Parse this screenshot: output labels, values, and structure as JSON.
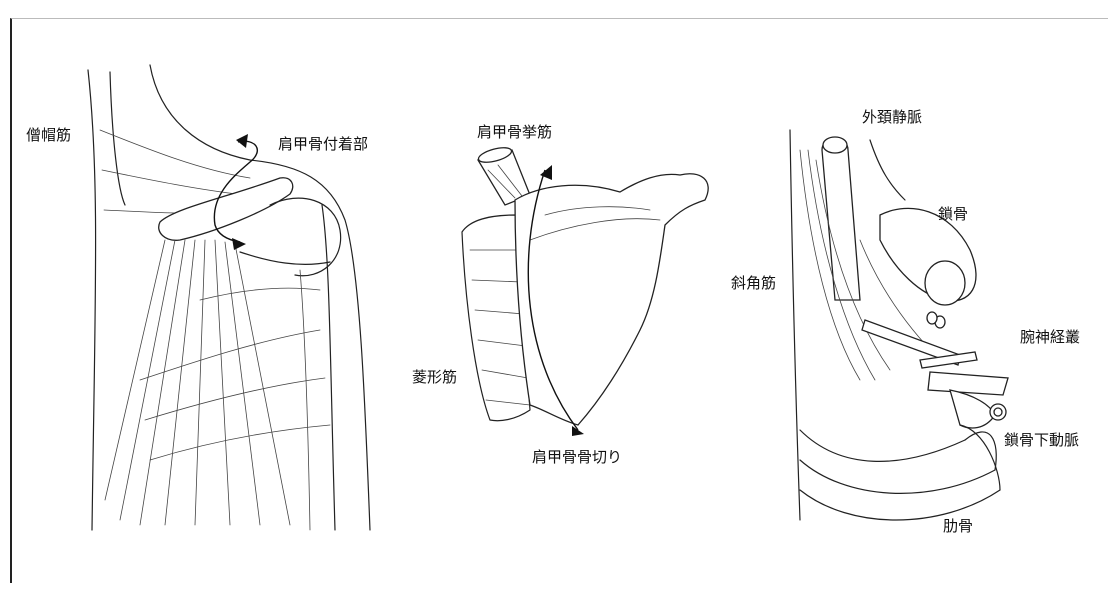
{
  "panels": {
    "left": {
      "labels": {
        "trapezius": "僧帽筋",
        "scapula_attachment": "肩甲骨付着部"
      }
    },
    "middle": {
      "labels": {
        "levator_scapulae": "肩甲骨挙筋",
        "rhomboid": "菱形筋",
        "scapula_osteotomy": "肩甲骨骨切り"
      }
    },
    "right": {
      "labels": {
        "external_jugular_vein": "外頚静脈",
        "clavicle": "鎖骨",
        "scalene": "斜角筋",
        "brachial_plexus": "腕神経叢",
        "subclavian_artery": "鎖骨下動脈",
        "rib": "肋骨"
      }
    }
  },
  "colors": {
    "ink": "#222222",
    "background": "#ffffff"
  }
}
